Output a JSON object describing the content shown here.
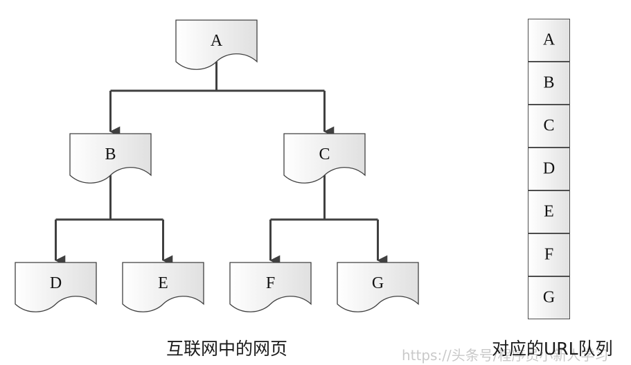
{
  "tree": {
    "nodes": [
      "A",
      "B",
      "C",
      "D",
      "E",
      "F",
      "G"
    ],
    "edges": [
      [
        "A",
        "B"
      ],
      [
        "A",
        "C"
      ],
      [
        "B",
        "D"
      ],
      [
        "B",
        "E"
      ],
      [
        "C",
        "F"
      ],
      [
        "C",
        "G"
      ]
    ],
    "caption": "互联网中的网页"
  },
  "queue": {
    "items": [
      "A",
      "B",
      "C",
      "D",
      "E",
      "F",
      "G"
    ],
    "caption": "对应的URL队列"
  },
  "watermark": "https://头条号/程序员小新人学习",
  "colors": {
    "stroke": "#404040",
    "doc_fill_start": "#ffffff",
    "doc_fill_end": "#e0e0e0"
  }
}
